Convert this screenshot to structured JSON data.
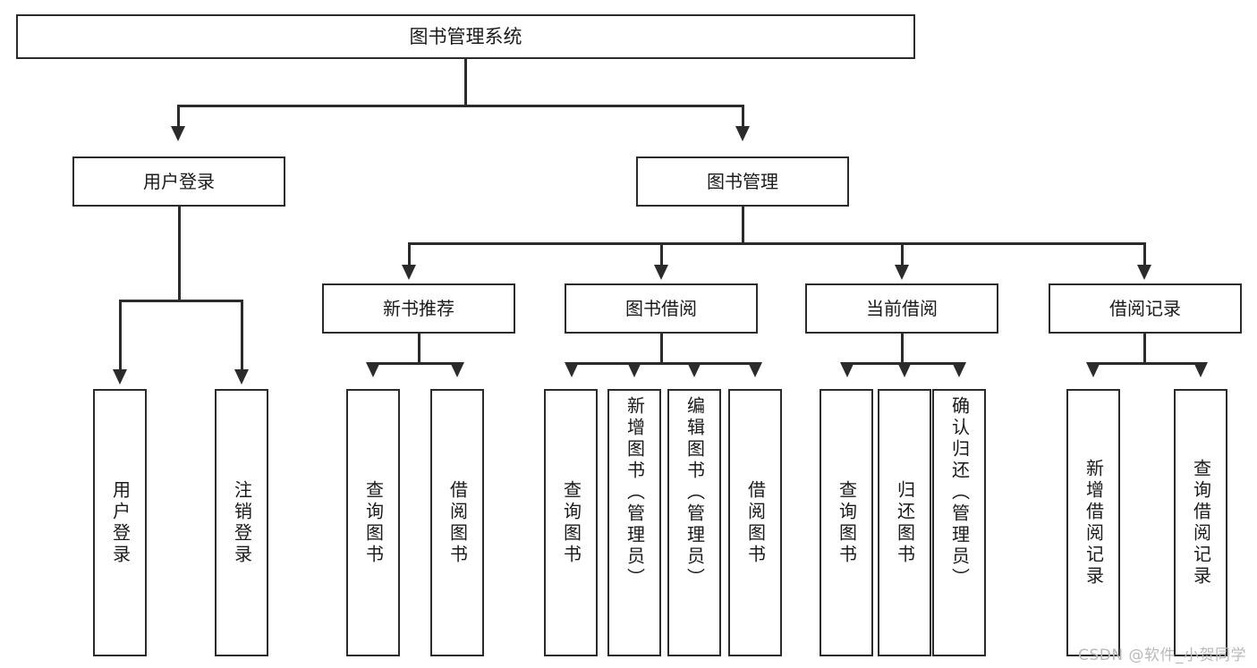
{
  "diagram": {
    "title": "图书管理系统",
    "type": "tree",
    "watermark": "CSDN @软件_小贺同学",
    "colors": {
      "stroke": "#2b2b2b",
      "fill": "#ffffff",
      "text": "#1a1a1a",
      "watermark": "#b9b9b9"
    },
    "levels": {
      "root": {
        "label": "图书管理系统"
      },
      "level2": [
        {
          "label": "用户登录"
        },
        {
          "label": "图书管理"
        }
      ],
      "level3": [
        {
          "label": "新书推荐"
        },
        {
          "label": "图书借阅"
        },
        {
          "label": "当前借阅"
        },
        {
          "label": "借阅记录"
        }
      ],
      "leaves": [
        {
          "label": "用户登录",
          "parent": "用户登录"
        },
        {
          "label": "注销登录",
          "parent": "用户登录"
        },
        {
          "label": "查询图书",
          "parent": "新书推荐"
        },
        {
          "label": "借阅图书",
          "parent": "新书推荐"
        },
        {
          "label": "查询图书",
          "parent": "图书借阅"
        },
        {
          "label": "新增图书（管理员）",
          "parent": "图书借阅"
        },
        {
          "label": "编辑图书（管理员）",
          "parent": "图书借阅"
        },
        {
          "label": "借阅图书",
          "parent": "图书借阅"
        },
        {
          "label": "查询图书",
          "parent": "当前借阅"
        },
        {
          "label": "归还图书",
          "parent": "当前借阅"
        },
        {
          "label": "确认归还（管理员）",
          "parent": "当前借阅"
        },
        {
          "label": "新增借阅记录",
          "parent": "借阅记录"
        },
        {
          "label": "查询借阅记录",
          "parent": "借阅记录"
        }
      ]
    }
  }
}
